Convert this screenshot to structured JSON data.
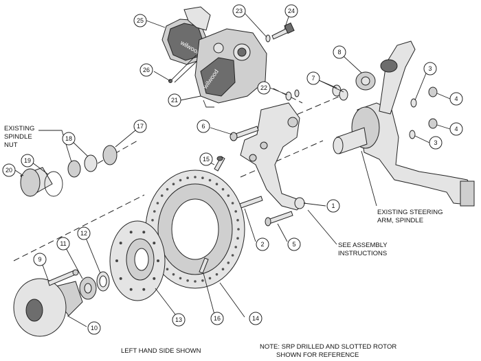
{
  "diagram": {
    "callouts": {
      "c1": "1",
      "c2": "2",
      "c3a": "3",
      "c3b": "3",
      "c4a": "4",
      "c4b": "4",
      "c5": "5",
      "c6": "6",
      "c7": "7",
      "c8": "8",
      "c9": "9",
      "c10": "10",
      "c11": "11",
      "c12": "12",
      "c13": "13",
      "c14": "14",
      "c15": "15",
      "c16": "16",
      "c17": "17",
      "c18": "18",
      "c19": "19",
      "c20": "20",
      "c21": "21",
      "c22": "22",
      "c23": "23",
      "c24": "24",
      "c25": "25",
      "c26": "26"
    },
    "labels": {
      "existing_spindle_nut": [
        "EXISTING",
        "SPINDLE",
        "NUT"
      ],
      "existing_steering_arm": [
        "EXISTING STEERING",
        "ARM, SPINDLE"
      ],
      "see_assembly": [
        "SEE ASSEMBLY",
        "INSTRUCTIONS"
      ],
      "side": "LEFT HAND SIDE SHOWN",
      "note": [
        "NOTE: SRP DRILLED AND SLOTTED ROTOR",
        "SHOWN FOR REFERENCE"
      ]
    },
    "brand": "wilwood"
  }
}
